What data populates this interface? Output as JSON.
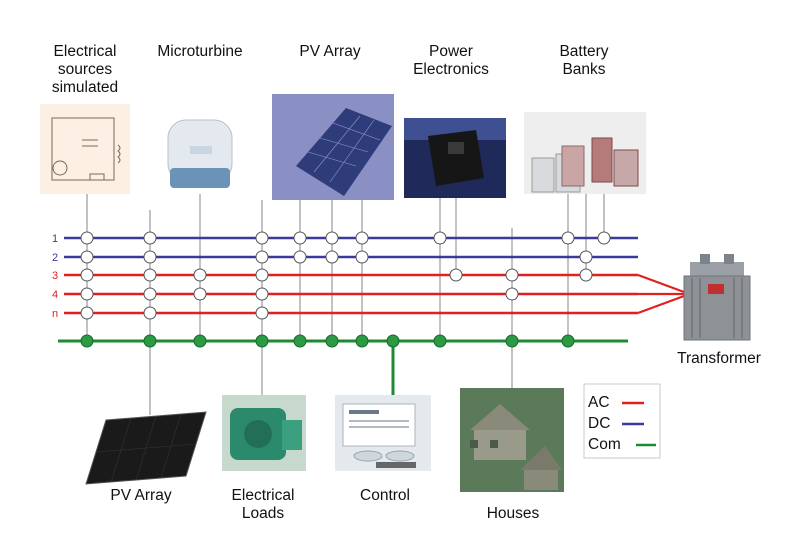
{
  "top_labels": [
    "Electrical\nsources\nsimulated",
    "Microturbine",
    "PV Array",
    "Power\nElectronics",
    "Battery\nBanks"
  ],
  "bottom_labels": [
    "PV Array",
    "Electrical\nLoads",
    "Control",
    "Houses"
  ],
  "transformer_label": "Transformer",
  "bus_labels": [
    "1",
    "2",
    "3",
    "4",
    "n"
  ],
  "legend": {
    "items": [
      {
        "label": "AC",
        "color": "#e02020"
      },
      {
        "label": "DC",
        "color": "#3a3a9c"
      },
      {
        "label": "Com",
        "color": "#1f8a34"
      }
    ]
  },
  "colors": {
    "ac": "#e02020",
    "dc": "#3a3a9c",
    "com": "#1f8a34",
    "tap": "#9a9a9a"
  }
}
